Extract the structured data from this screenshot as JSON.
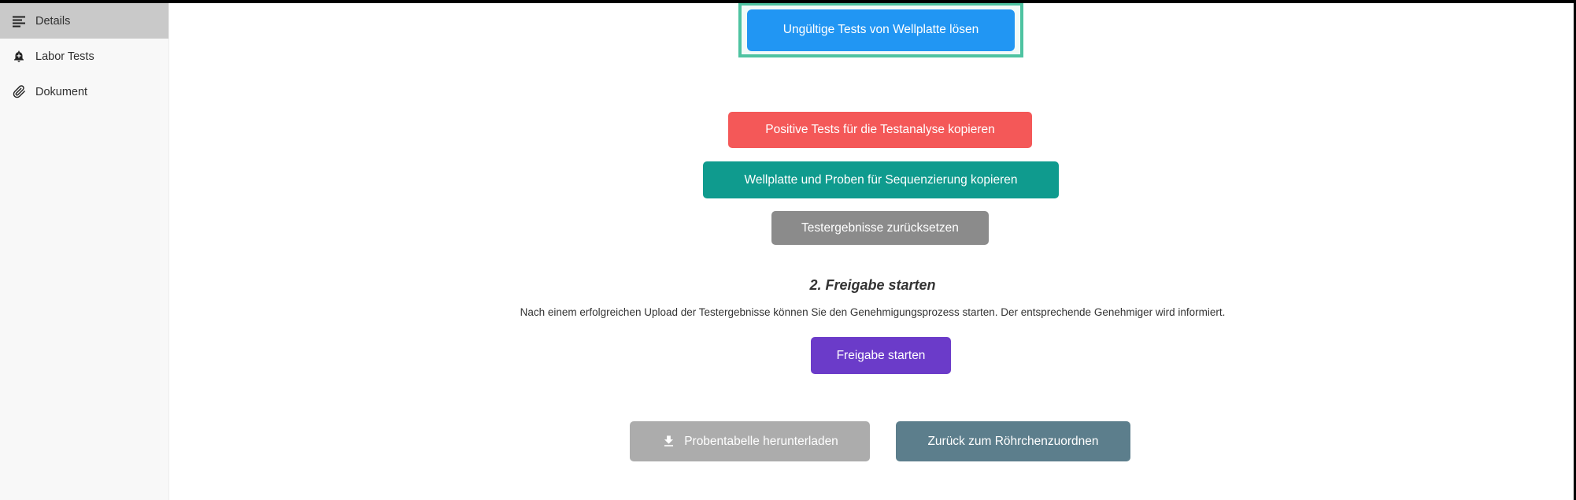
{
  "sidebar": {
    "items": [
      {
        "label": "Details",
        "icon": "list-icon",
        "active": true
      },
      {
        "label": "Labor Tests",
        "icon": "bell-plus-icon",
        "active": false
      },
      {
        "label": "Dokument",
        "icon": "paperclip-icon",
        "active": false
      }
    ]
  },
  "main": {
    "highlight": {
      "color": "#4ec3a1",
      "target": "release-invalid-button"
    },
    "buttons": {
      "release_invalid": {
        "label": "Ungültige Tests von Wellplatte lösen",
        "color": "#2196f3"
      },
      "copy_positive": {
        "label": "Positive Tests für die Testanalyse kopieren",
        "color": "#f45858"
      },
      "copy_wellplate": {
        "label": "Wellplatte und Proben für Sequenzierung kopieren",
        "color": "#0f9b8e"
      },
      "reset_results": {
        "label": "Testergebnisse zurücksetzen",
        "color": "#8b8b8b"
      },
      "start_release": {
        "label": "Freigabe starten",
        "color": "#6b3bc9"
      },
      "download_table": {
        "label": "Probentabelle herunterladen",
        "color": "#acacac",
        "icon": "download-icon"
      },
      "back_to_tubes": {
        "label": "Zurück zum Röhrchenzuordnen",
        "color": "#5c7e8c"
      }
    },
    "release_section": {
      "heading": "2. Freigabe starten",
      "description": "Nach einem erfolgreichen Upload der Testergebnisse können Sie den Genehmigungsprozess starten. Der entsprechende Genehmiger wird informiert."
    }
  }
}
